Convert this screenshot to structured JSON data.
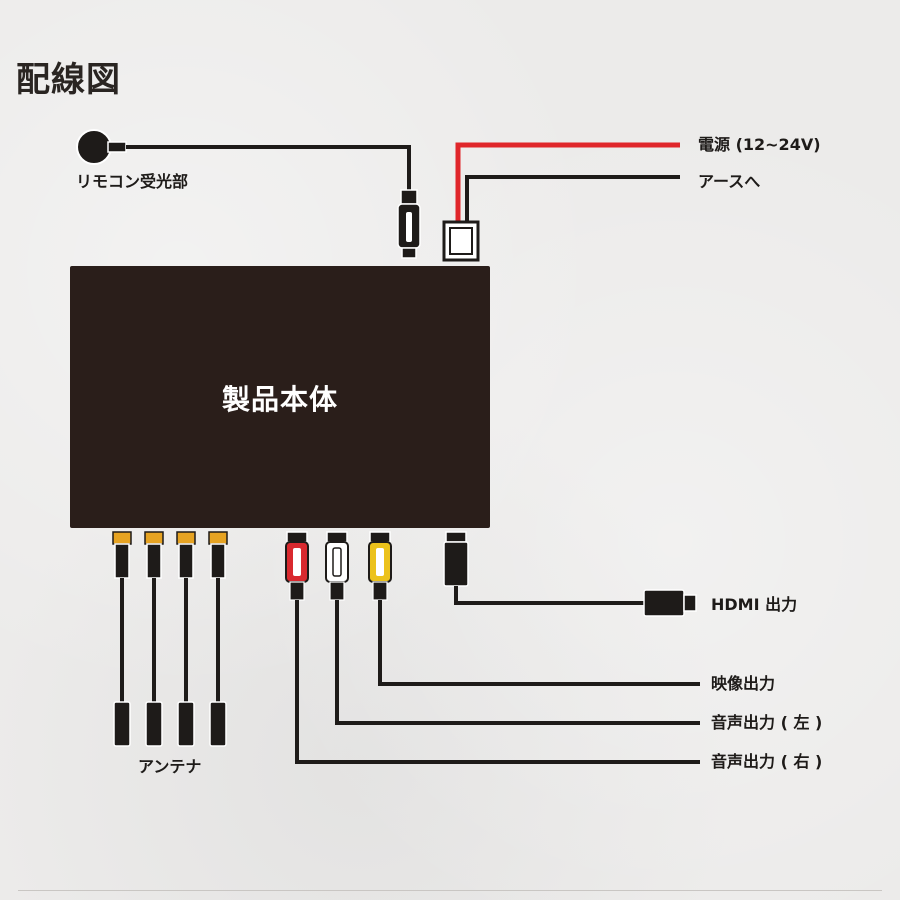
{
  "title": "配線図",
  "product": {
    "label": "製品本体"
  },
  "labels": {
    "remote": "リモコン受光部",
    "power": "電源 (12~24V)",
    "ground": "アースへ",
    "hdmi": "HDMI 出力",
    "video": "映像出力",
    "audio_left": "音声出力 ( 左 )",
    "audio_right": "音声出力 ( 右 )",
    "antenna": "アンテナ"
  },
  "colors": {
    "body": "#2a1e1a",
    "wire": "#1e1b19",
    "power_wire": "#e0262a",
    "antenna_tip": "#e6a322",
    "rca_red": "#d9292f",
    "rca_white": "#ffffff",
    "rca_yellow": "#ecc21b"
  }
}
